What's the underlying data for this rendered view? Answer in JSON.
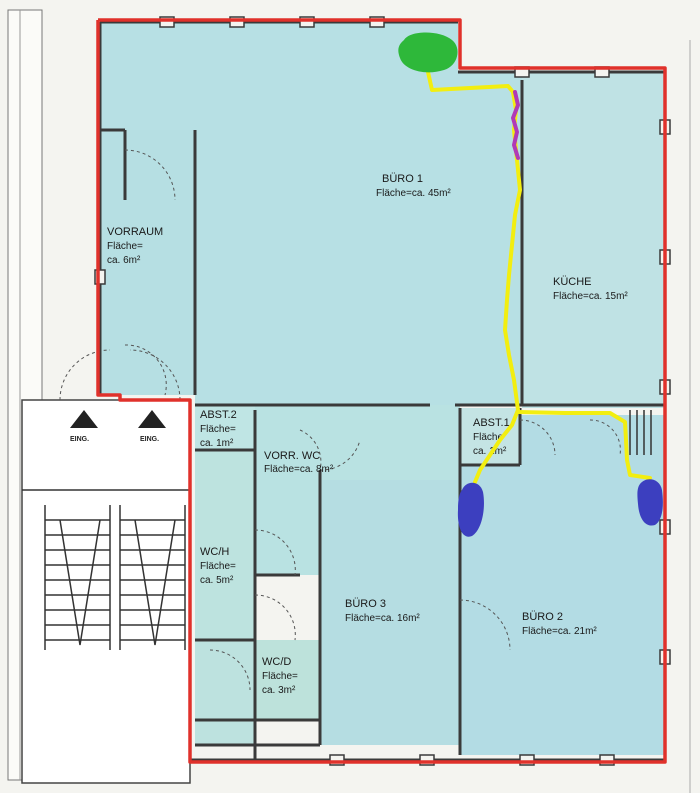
{
  "rooms": {
    "buero1": {
      "name": "BÜRO 1",
      "area": "Fläche=ca. 45m²"
    },
    "kueche": {
      "name": "KÜCHE",
      "area": "Fläche=ca. 15m²"
    },
    "vorraum": {
      "name": "VORRAUM",
      "area_line1": "Fläche=",
      "area_line2": "ca. 6m²"
    },
    "abst2": {
      "name": "ABST.2",
      "area_line1": "Fläche=",
      "area_line2": "ca. 1m²"
    },
    "vorr_wc": {
      "name": "VORR. WC",
      "area": "Fläche=ca. 8m²"
    },
    "abst1": {
      "name": "ABST.1",
      "area_line1": "Fläche",
      "area_line2": "ca. 1m²"
    },
    "wch": {
      "name": "WC/H",
      "area_line1": "Fläche=",
      "area_line2": "ca. 5m²"
    },
    "wcd": {
      "name": "WC/D",
      "area_line1": "Fläche=",
      "area_line2": "ca. 3m²"
    },
    "buero3": {
      "name": "BÜRO 3",
      "area": "Fläche=ca. 16m²"
    },
    "buero2": {
      "name": "BÜRO 2",
      "area": "Fläche=ca. 21m²"
    }
  },
  "entrances": [
    {
      "label": "EING."
    },
    {
      "label": "EING."
    }
  ],
  "colors": {
    "room_fill": "#b7e0e4",
    "boundary": "#e0312b",
    "route": "#f2ee10",
    "route_segment": "#b03ab6",
    "marker_source": "#2eb83a",
    "marker_end": "#3c3fbf",
    "walls": "#3a3a3a",
    "stairs_bg": "#ffffff"
  }
}
